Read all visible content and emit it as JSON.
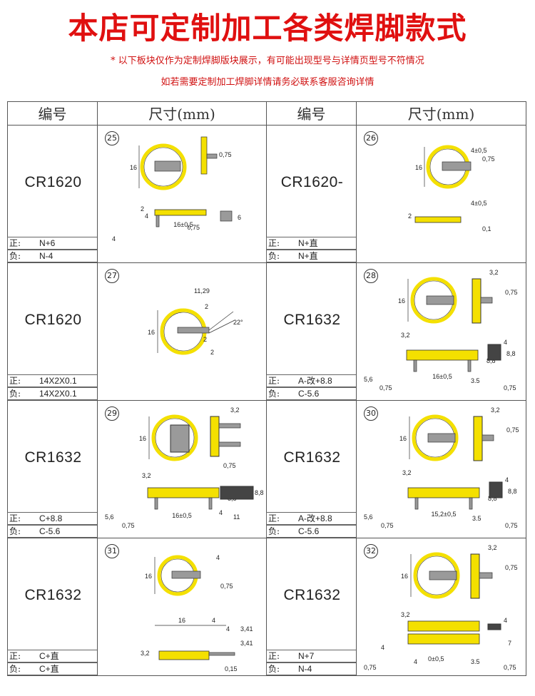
{
  "title": "本店可定制加工各类焊脚款式",
  "notes": [
    "* 以下板块仅作为定制焊脚版块展示，有可能出现型号与详情页型号不符情况",
    "如若需要定制加工焊脚详情请务必联系客服咨询详情"
  ],
  "headers": {
    "code": "编号",
    "size": "尺寸(mm)"
  },
  "polarity_labels": {
    "pos": "正:",
    "neg": "负:"
  },
  "items": [
    {
      "num": "25",
      "model": "CR1620",
      "pos": "N+6",
      "neg": "N-4"
    },
    {
      "num": "26",
      "model": "CR1620-",
      "pos": "N+直",
      "neg": "N+直"
    },
    {
      "num": "27",
      "model": "CR1620",
      "pos": "14X2X0.1",
      "neg": "14X2X0.1"
    },
    {
      "num": "28",
      "model": "CR1632",
      "pos": "A-改+8.8",
      "neg": "C-5.6"
    },
    {
      "num": "29",
      "model": "CR1632",
      "pos": "C+8.8",
      "neg": "C-5.6"
    },
    {
      "num": "30",
      "model": "CR1632",
      "pos": "A-改+8.8",
      "neg": "C-5.6"
    },
    {
      "num": "31",
      "model": "CR1632",
      "pos": "C+直",
      "neg": "C+直"
    },
    {
      "num": "32",
      "model": "CR1632",
      "pos": "N+7",
      "neg": "N-4"
    }
  ],
  "dims": {
    "d25": [
      "16",
      "0,75",
      "2",
      "4",
      "6",
      "16±0,5",
      "0,75",
      "4"
    ],
    "d26": [
      "16",
      "4±0,5",
      "0,75",
      "4±0,5",
      "2",
      "0,1"
    ],
    "d27": [
      "16",
      "11,29",
      "2",
      "22°",
      "2",
      "2"
    ],
    "d28": [
      "16",
      "3,2",
      "0,75",
      "3,2",
      "8,8",
      "16±0,5",
      "5,6",
      "0,75",
      "4",
      "8,8",
      "3.5",
      "0,75"
    ],
    "d29": [
      "16",
      "3,2",
      "0,75",
      "3,2",
      "8,8",
      "16±0,5",
      "5,6",
      "0,75",
      "8,8",
      "11",
      "4"
    ],
    "d30": [
      "16",
      "3,2",
      "0,75",
      "3,2",
      "8,8",
      "15,2±0,5",
      "5,6",
      "0,75",
      "4",
      "8,8",
      "3.5",
      "0,75"
    ],
    "d31": [
      "16",
      "4",
      "0,75",
      "16",
      "4",
      "3,41",
      "3,41",
      "3,2",
      "0,15",
      "4"
    ],
    "d32": [
      "16",
      "3,2",
      "0,75",
      "3,2",
      "4",
      "0±0,5",
      "4",
      "4",
      "7",
      "3.5",
      "0,75",
      "0,75"
    ]
  },
  "colors": {
    "title": "#e01010",
    "battery": "#f4e000",
    "tab": "#9a9a9a"
  }
}
